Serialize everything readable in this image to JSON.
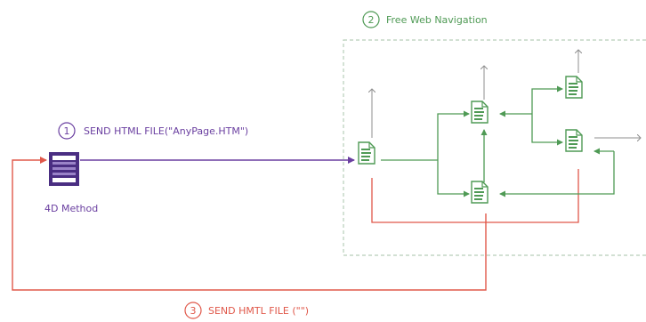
{
  "step1": {
    "number": "1",
    "label": "SEND HTML FILE(\"AnyPage.HTM\")"
  },
  "step2": {
    "number": "2",
    "label": "Free Web Navigation"
  },
  "step3": {
    "number": "3",
    "label": "SEND HMTL FILE (\"\")"
  },
  "method": {
    "label": "4D Method"
  },
  "colors": {
    "purple": "#6a3fa0",
    "green": "#4f9a55",
    "red": "#e0584a",
    "gray_arrow": "#8f8f8f",
    "box_border": "#b7ceb9"
  }
}
